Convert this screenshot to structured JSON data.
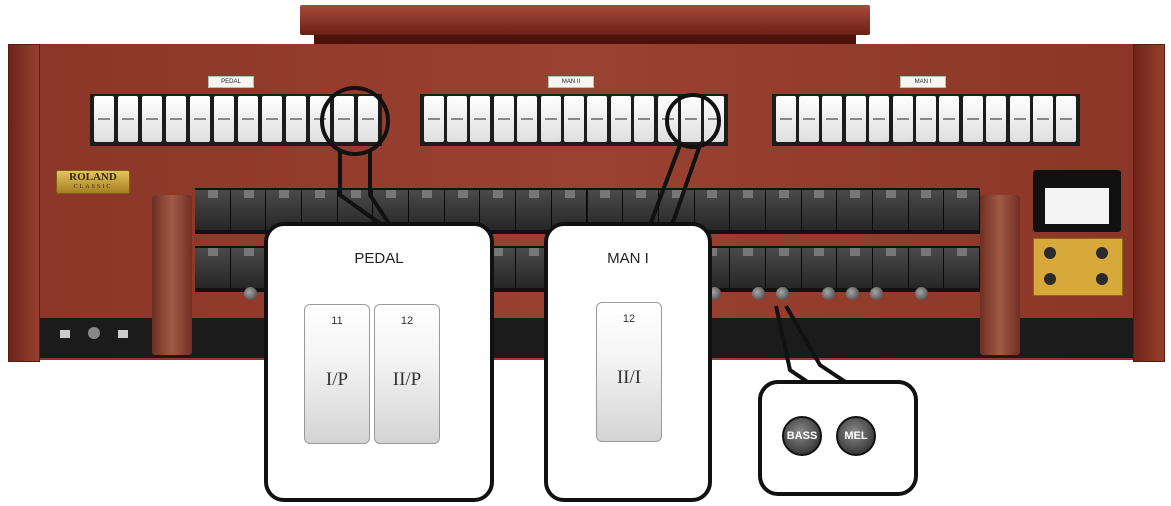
{
  "division_labels": [
    "PEDAL",
    "MAN II",
    "MAN I"
  ],
  "brand": {
    "line1": "ROLAND",
    "line2": "CLASSIC"
  },
  "callouts": {
    "pedal": {
      "title": "PEDAL",
      "tabs": [
        {
          "number": "11",
          "label": "I/P"
        },
        {
          "number": "12",
          "label": "II/P"
        }
      ]
    },
    "man1": {
      "title": "MAN I",
      "tabs": [
        {
          "number": "12",
          "label": "II/I"
        }
      ]
    },
    "pistons": {
      "buttons": [
        "BASS",
        "MEL"
      ]
    }
  }
}
